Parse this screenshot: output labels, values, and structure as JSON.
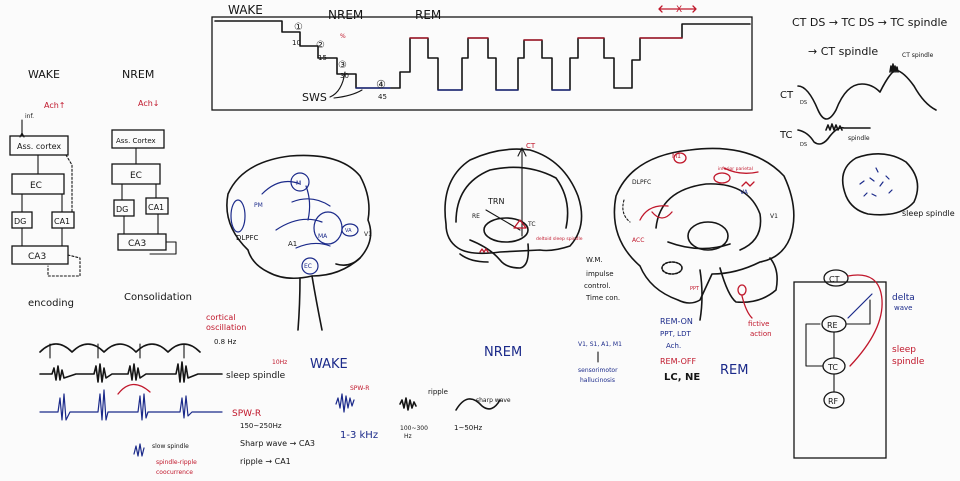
{
  "colors": {
    "ink": "#151515",
    "blue": "#1b2a8a",
    "red": "#c0172b",
    "board": "#fbfbfb"
  },
  "hypnogram": {
    "wake": "WAKE",
    "nrem": "NREM",
    "rem": "REM",
    "sws": "SWS",
    "stage_labels": [
      "①",
      "②",
      "③",
      "④"
    ],
    "times": [
      "10",
      "15",
      "30",
      "45"
    ],
    "x_mark": "X"
  },
  "thalamo": {
    "line1": "CT  DS → TC DS → TC spindle",
    "line2": "→ CT spindle",
    "ct_label": "CT",
    "tc_label": "TC",
    "ct_spindle": "CT spindle",
    "spindle_small": "spindle"
  },
  "wake_flow": {
    "title": "WAKE",
    "ach": "Ach↑",
    "inf": "inf.",
    "boxes": [
      "Ass. cortex",
      "EC",
      "DG",
      "CA1",
      "CA3"
    ],
    "caption": "encoding"
  },
  "nrem_flow": {
    "title": "NREM",
    "ach": "Ach↓",
    "boxes": [
      "Ass. Cortex",
      "EC",
      "DG",
      "CA1",
      "CA3"
    ],
    "caption": "Consolidation"
  },
  "brain_wake": {
    "labels": [
      "PM",
      "M",
      "DLPFC",
      "A1",
      "EC",
      "V1",
      "VA",
      "MA"
    ]
  },
  "brain_nrem": {
    "labels": [
      "CT",
      "TRN",
      "RE",
      "TC",
      "deltoid sleep spindle"
    ]
  },
  "brain_rem": {
    "labels": [
      "M1",
      "DLPFC",
      "inferior parietal",
      "VA",
      "V1",
      "ACC",
      "PPT"
    ],
    "wm_note": [
      "W.M.",
      "impulse",
      "control.",
      "Time con."
    ],
    "fictive": [
      "fictive",
      "action"
    ]
  },
  "spindle_ball": {
    "label": "sleep spindle"
  },
  "circuit": {
    "nodes": [
      "CT",
      "RE",
      "TC",
      "RF"
    ],
    "delta": [
      "delta",
      "wave"
    ],
    "spindle": [
      "sleep",
      "spindle"
    ]
  },
  "oscillations": {
    "cortical": [
      "cortical",
      "oscillation",
      "0.8 Hz"
    ],
    "sleep_spindle": "sleep spindle",
    "tohz": "10Hz",
    "spwr": "SPW-R",
    "spwr_freq": "150~250Hz",
    "sharp_wave": "Sharp wave → CA3",
    "ripple_ca1": "ripple → CA1",
    "coupling": "spindle-ripple",
    "coupling2": "coocurrence",
    "slow_spindle": "slow spindle"
  },
  "bottom_wake": {
    "title": "WAKE",
    "spwr": "SPW-R",
    "freq": "1-3 kHz"
  },
  "bottom_nrem": {
    "title": "NREM",
    "ripple": "ripple",
    "ripple_freq": [
      "100~300",
      "Hz"
    ],
    "sharp": "sharp wave",
    "sharp_freq": "1~50Hz"
  },
  "bottom_rem": {
    "title": "REM",
    "notes": [
      "V1, S1, A1, M1",
      "sensorimotor",
      "hallucinosis"
    ],
    "rem_on": [
      "REM-ON",
      "PPT, LDT",
      "Ach."
    ],
    "rem_off": [
      "REM-OFF",
      "LC, NE"
    ]
  }
}
